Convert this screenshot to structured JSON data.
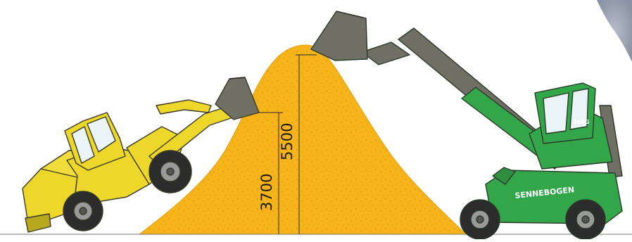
{
  "dimensions": {
    "reach_low": "3700",
    "reach_high": "5500"
  },
  "brand": {
    "decal": "SENNEBOGEN",
    "model_badge": "360G"
  },
  "colors": {
    "pile": "#f6b41a",
    "pile_speckle": "#c78a0b",
    "wheel_loader_body": "#ecd72a",
    "handler_body": "#33a64a",
    "boom": "#6f6f63",
    "tyre": "#2c2c2c",
    "cab_glass": "#eaf3f5",
    "dimension_line": "#2a2a2a"
  },
  "icons": [
    "wheel-loader-icon",
    "telescopic-handler-icon",
    "material-pile-icon"
  ]
}
